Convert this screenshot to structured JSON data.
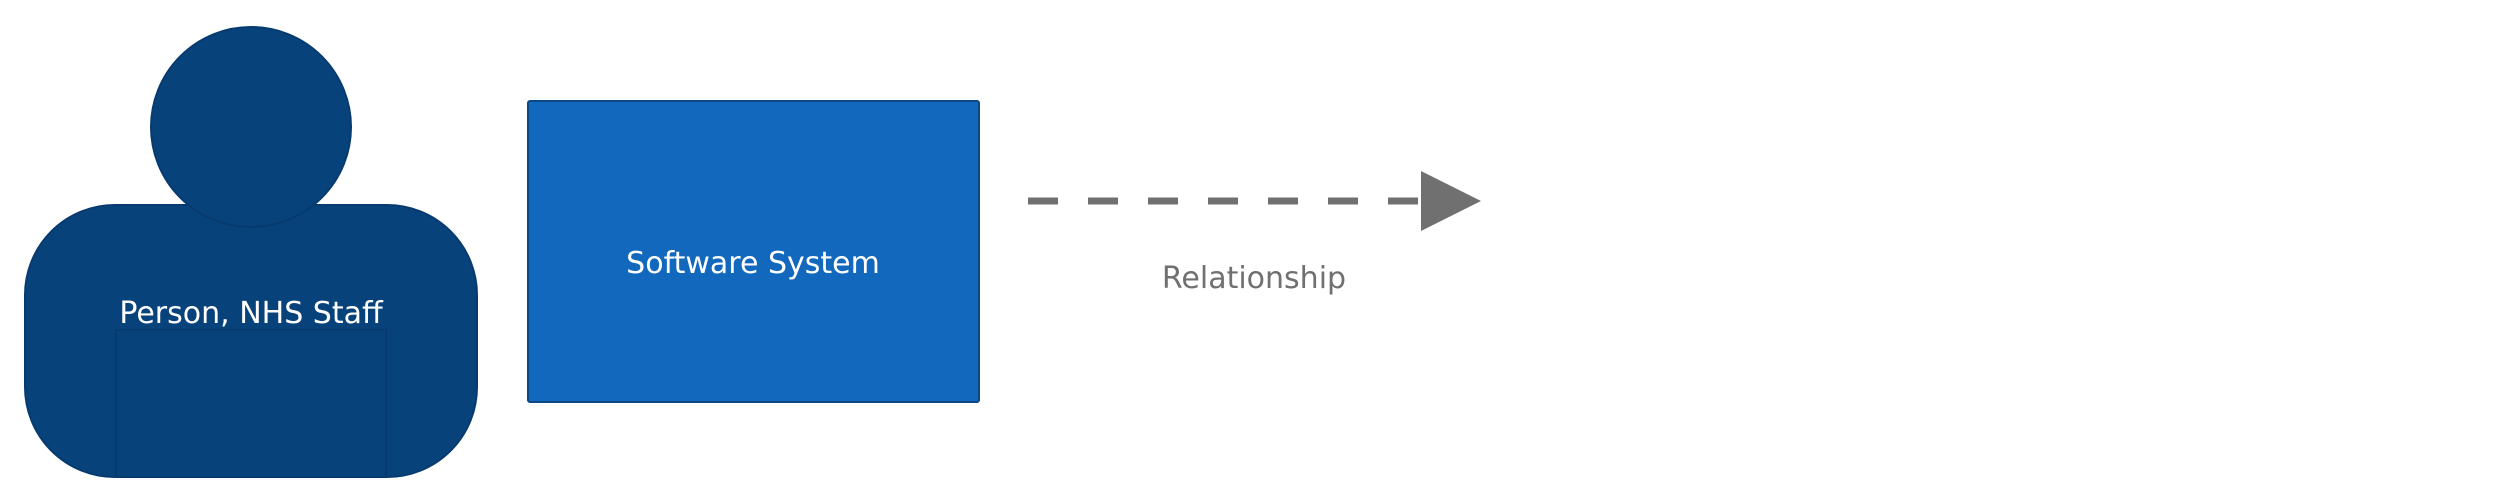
{
  "legend": {
    "person": {
      "label": "Person, NHS Staff",
      "fill": "#08427b",
      "stroke": "#073b6f"
    },
    "software_system": {
      "label": "Software System",
      "fill": "#1168bd",
      "stroke": "#0b4884"
    },
    "relationship": {
      "label": "Relationship",
      "color": "#707070",
      "style": "dashed",
      "arrowhead": "filled-triangle"
    }
  }
}
